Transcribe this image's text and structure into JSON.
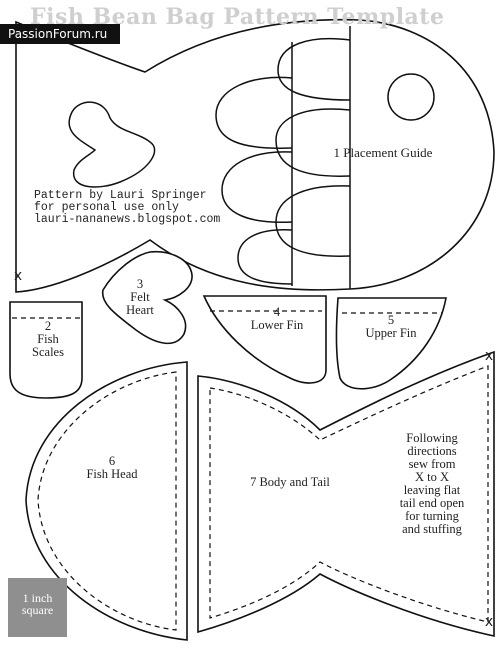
{
  "title": "Fish Bean Bag Pattern Template",
  "badge": "PassionForum.ru",
  "credit": [
    "Pattern by Lauri Springer",
    "for personal use only",
    "lauri-nananews.blogspot.com"
  ],
  "pieces": {
    "p1": [
      "1  Placement Guide"
    ],
    "p2": [
      "2",
      "Fish",
      "Scales"
    ],
    "p3": [
      "3",
      "Felt",
      "Heart"
    ],
    "p4": [
      "4",
      "Lower Fin"
    ],
    "p5": [
      "5",
      "Upper Fin"
    ],
    "p6": [
      "6",
      "Fish Head"
    ],
    "p7": [
      "7 Body and Tail"
    ]
  },
  "directions": [
    "Following",
    "directions",
    "sew from",
    "X to X",
    "leaving flat",
    "tail end open",
    "for turning",
    "and stuffing"
  ],
  "marks": [
    "x",
    "x",
    "x"
  ],
  "square": [
    "1 inch",
    "square"
  ]
}
